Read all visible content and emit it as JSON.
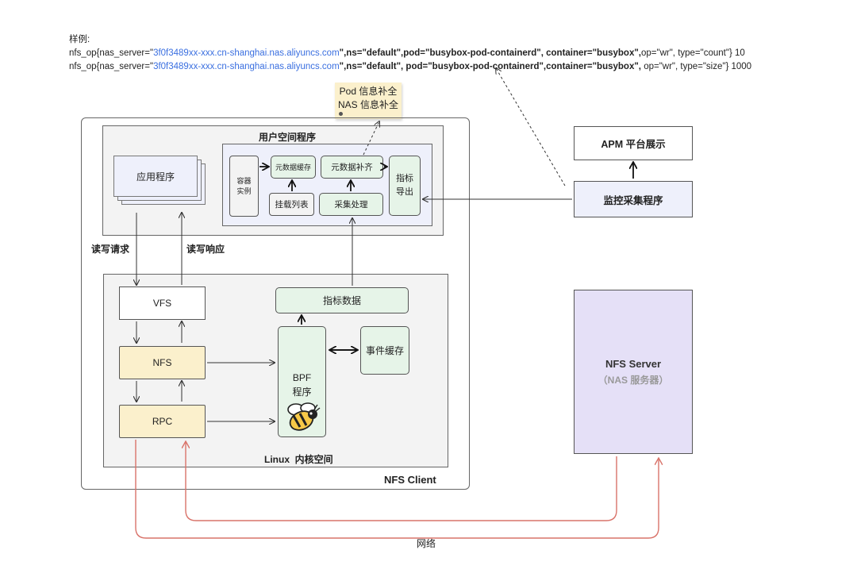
{
  "sample": {
    "title": "样例:",
    "line1": {
      "prefix": "nfs_op{nas_server=\"",
      "server": "3f0f3489xx-xxx.cn-shanghai.nas.aliyuncs.com",
      "mid": "\",ns=\"default\",pod=\"busybox-pod-containerd\", container=\"busybox\",",
      "suffix": "op=\"wr\", type=\"count\"} 10"
    },
    "line2": {
      "prefix": "nfs_op{nas_server=\"",
      "server": "3f0f3489xx-xxx.cn-shanghai.nas.aliyuncs.com",
      "mid": "\",ns=\"default\", pod=\"busybox-pod-containerd\",container=\"busybox\",",
      "suffix": " op=\"wr\", type=\"size\"} 1000"
    }
  },
  "note": {
    "line1": "Pod 信息补全",
    "line2": "NAS 信息补全"
  },
  "user_space": {
    "title": "用户空间程序",
    "app": "应用程序",
    "container_instance": "容器\n实例",
    "meta_cache": "元数据缓存",
    "meta_complete": "元数据补齐",
    "mount_list": "挂载列表",
    "collect": "采集处理",
    "metric_export": "指标\n导出"
  },
  "labels": {
    "read_write_request": "读写请求",
    "read_write_response": "读写响应",
    "network": "网络"
  },
  "kernel": {
    "title": "Linux  内核空间",
    "vfs": "VFS",
    "nfs": "NFS",
    "rpc": "RPC",
    "metric_data": "指标数据",
    "bpf": "BPF\n程序",
    "event_cache": "事件缓存"
  },
  "client_title": "NFS Client",
  "apm": "APM 平台展示",
  "monitor": "监控采集程序",
  "server": {
    "title": "NFS Server",
    "subtitle": "（NAS 服务器）"
  },
  "colors": {
    "blue_text": "#3a6fe0",
    "green_box": "#e6f4e8",
    "yellow_box": "#fbf0cc",
    "server_box": "#e5e0f7",
    "network_line": "#d9736a"
  }
}
